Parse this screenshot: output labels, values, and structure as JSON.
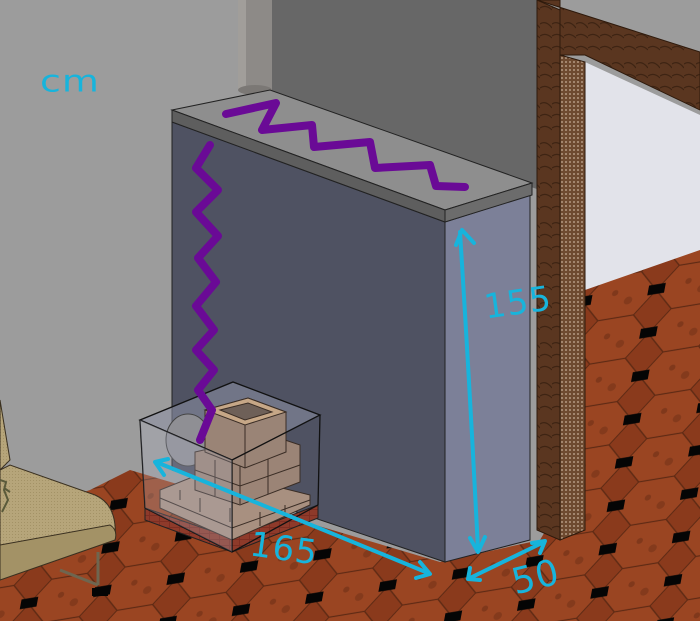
{
  "diagram": {
    "kind": "3D CAD render of masonry heater with hand-drawn dimension annotations",
    "unit_label": "cm",
    "dimensions": {
      "height": {
        "label": "155",
        "value": 155,
        "unit": "cm"
      },
      "length": {
        "label": "165",
        "value": 165,
        "unit": "cm"
      },
      "depth": {
        "label": "50",
        "value": 50,
        "unit": "cm"
      }
    },
    "elements": [
      {
        "name": "chimney-pipe",
        "description": "round flue pipe entering ceiling"
      },
      {
        "name": "heat-wall",
        "description": "tall rectangular thermal mass wall with cap slab"
      },
      {
        "name": "firebox-stove",
        "description": "brick stove inside transparent enclosure"
      },
      {
        "name": "heat-flow-squiggle-vertical",
        "description": "purple zigzag rising from stove"
      },
      {
        "name": "heat-flow-squiggle-horizontal",
        "description": "purple zigzag along top of wall"
      },
      {
        "name": "doorway",
        "description": "wooden door frame opening to adjacent room"
      },
      {
        "name": "armchair",
        "description": "beige upholstered chair at bottom-left"
      },
      {
        "name": "tiled-floor",
        "description": "terracotta octagonal tiles with black square inserts"
      }
    ],
    "colors": {
      "annotation": "#17b4dc",
      "heat_flow": "#6a0a96",
      "back_wall": "#9c9c9c",
      "dark_wall": "#676767",
      "heater_front": "#4f5262",
      "heater_side": "#7c8098",
      "cap_top": "#8e8e8e",
      "cap_edge": "#5e5e5e",
      "floor": "#8a3a1c",
      "door_wood": "#5a3620",
      "next_room_wall": "#e2e3ea",
      "brick": "#a08a7c",
      "chair": "#b6a57a"
    }
  }
}
